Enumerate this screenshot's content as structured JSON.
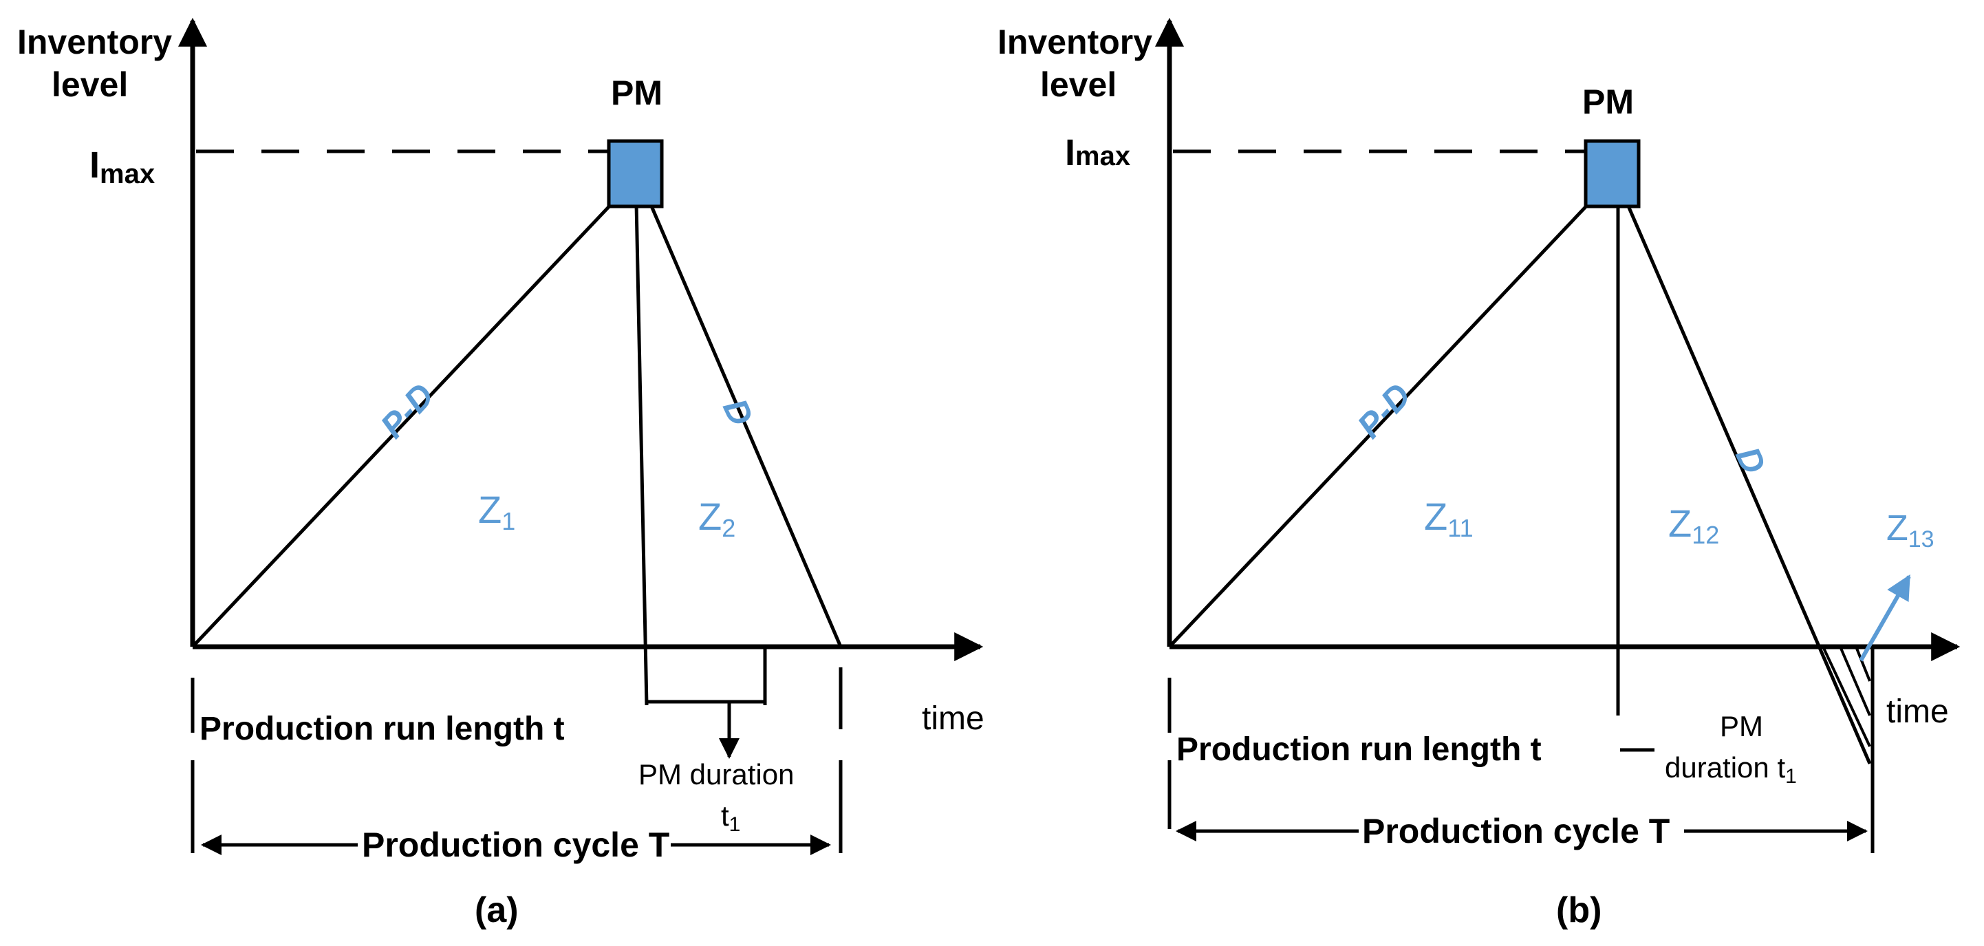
{
  "panel_a": {
    "y_axis_label_line1": "Inventory",
    "y_axis_label_line2": "level",
    "imax": "I",
    "imax_sub": "max",
    "pm_label": "PM",
    "slope_up": "P-D",
    "slope_down": "D",
    "zone1": "Z",
    "zone1_sub": "1",
    "zone2": "Z",
    "zone2_sub": "2",
    "x_axis_label": "time",
    "run_length": "Production run length t",
    "pm_duration_line1": "PM duration",
    "pm_duration_line2": "t",
    "pm_duration_sub": "1",
    "cycle": "Production cycle T",
    "caption": "(a)"
  },
  "panel_b": {
    "y_axis_label_line1": "Inventory",
    "y_axis_label_line2": "level",
    "imax": "I",
    "imax_sub": "max",
    "pm_label": "PM",
    "slope_up": "P-D",
    "slope_down": "D",
    "zone11": "Z",
    "zone11_sub": "11",
    "zone12": "Z",
    "zone12_sub": "12",
    "zone13": "Z",
    "zone13_sub": "13",
    "x_axis_label": "time",
    "run_length": "Production run length t",
    "pm_duration_line1": "PM",
    "pm_duration_line2": "duration t",
    "pm_duration_sub": "1",
    "cycle": "Production cycle T",
    "caption": "(b)"
  },
  "colors": {
    "pm_box_fill": "#5b9bd5",
    "label_blue": "#5b9bd5",
    "line": "#000000"
  }
}
